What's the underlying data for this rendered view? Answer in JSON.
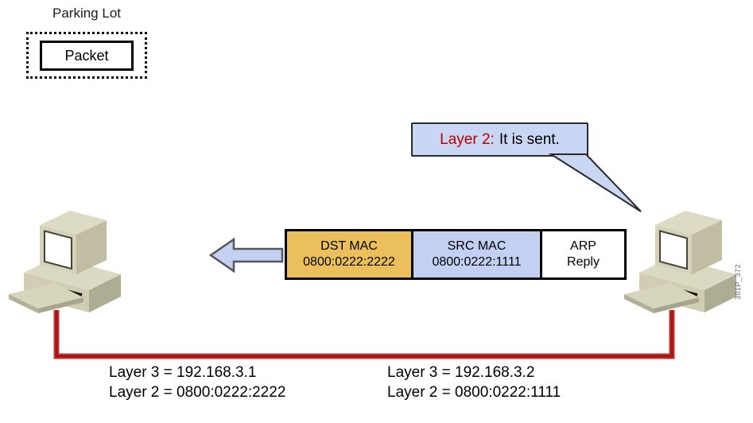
{
  "parking_lot": {
    "title": "Parking Lot",
    "packet_label": "Packet"
  },
  "callout": {
    "layer_prefix": "Layer 2:",
    "message": "It is sent."
  },
  "frame": {
    "fields": [
      {
        "name": "DST MAC",
        "value": "0800:0222:2222",
        "color": "#EBC05C"
      },
      {
        "name": "SRC MAC",
        "value": "0800:0222:1111",
        "color": "#C3D0F2"
      },
      {
        "name": "ARP",
        "value": "Reply",
        "color": "#FFFFFF"
      }
    ]
  },
  "hosts": {
    "left": {
      "lines": [
        "Layer 3 = 192.168.3.1",
        "Layer 2 = 0800:0222:2222"
      ]
    },
    "right": {
      "lines": [
        "Layer 3 = 192.168.3.2",
        "Layer 2 = 0800:0222:1111"
      ]
    }
  },
  "figure_id": "301P_372",
  "colors": {
    "accent_blue": "#C3D0F2",
    "accent_orange": "#EBC05C",
    "cable_red": "#B81E1E",
    "callout_text_red": "#C00000"
  }
}
